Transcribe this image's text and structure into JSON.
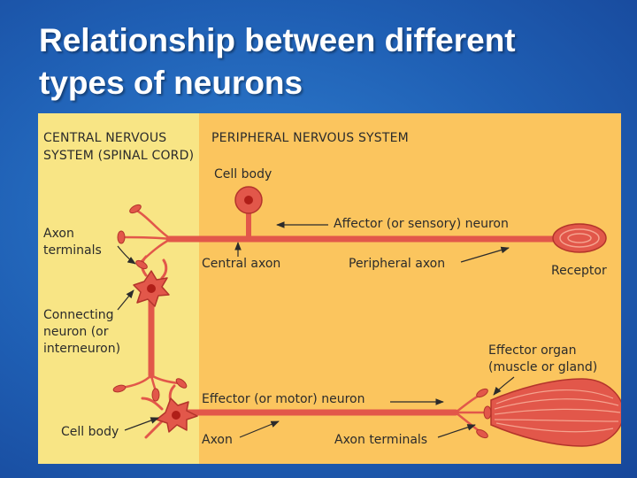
{
  "slide": {
    "title_line1": "Relationship between different",
    "title_line2": "types of neurons"
  },
  "diagram": {
    "zones": {
      "cns": [
        "CENTRAL NERVOUS",
        "SYSTEM (SPINAL CORD)"
      ],
      "pns": "PERIPHERAL NERVOUS SYSTEM"
    },
    "labels": {
      "cell_body_top": "Cell body",
      "affector_neuron": "Affector (or sensory) neuron",
      "axon_terminals_left": [
        "Axon",
        "terminals"
      ],
      "central_axon": "Central axon",
      "peripheral_axon": "Peripheral axon",
      "receptor": "Receptor",
      "connecting_neuron": [
        "Connecting",
        "neuron (or",
        "interneuron)"
      ],
      "effector_organ": [
        "Effector organ",
        "(muscle or gland)"
      ],
      "effector_neuron": "Effector (or motor) neuron",
      "cell_body_bottom": "Cell body",
      "axon_bottom": "Axon",
      "axon_terminals_bottom": "Axon terminals"
    }
  },
  "colors": {
    "background": "#1f5fb4",
    "title": "#ffffff",
    "cns_zone": "#f8e585",
    "pns_zone": "#fbc55e",
    "neuron": "#e2574a",
    "neuron_dark": "#b3342b",
    "nucleus": "#b01e18",
    "label": "#2b2b2b"
  }
}
